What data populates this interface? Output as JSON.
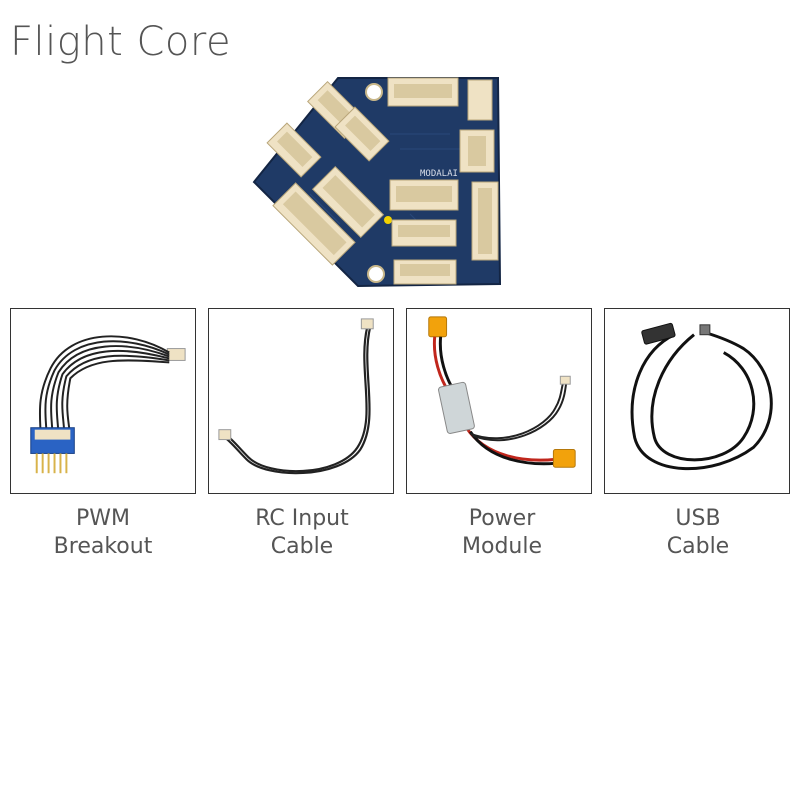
{
  "title": "Flight Core",
  "board_marking": "MODALAI",
  "accessories": [
    {
      "line1": "PWM",
      "line2": "Breakout"
    },
    {
      "line1": "RC Input",
      "line2": "Cable"
    },
    {
      "line1": "Power",
      "line2": "Module"
    },
    {
      "line1": "USB",
      "line2": "Cable"
    }
  ],
  "colors": {
    "pcb": "#1f3a66",
    "connector": "#efe2c4",
    "cable": "#222222",
    "xt60": "#f2a20c",
    "pin_header": "#d8b34a"
  }
}
